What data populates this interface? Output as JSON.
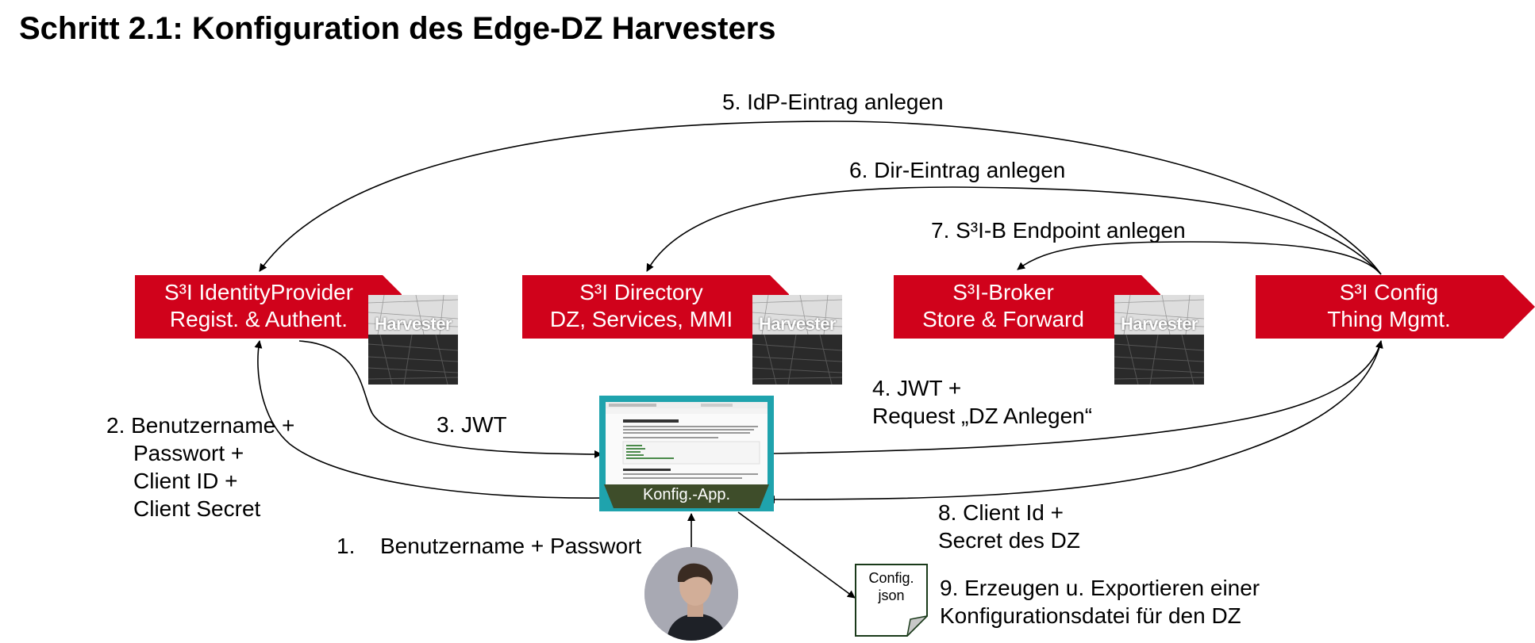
{
  "title": "Schritt 2.1: Konfiguration des Edge-DZ Harvesters",
  "components": {
    "idp": {
      "line1": "S³I IdentityProvider",
      "line2": "Regist. & Authent."
    },
    "directory": {
      "line1": "S³I Directory",
      "line2": "DZ, Services, MMI"
    },
    "broker": {
      "line1": "S³I-Broker",
      "line2": "Store & Forward"
    },
    "config": {
      "line1": "S³I Config",
      "line2": "Thing Mgmt."
    }
  },
  "harvester_label": "Harvester",
  "app": {
    "label": "Konfig.-App."
  },
  "steps": {
    "s1_num": "1.",
    "s1_text": "Benutzername + Passwort",
    "s2_line1": "2. Benutzername +",
    "s2_line2": "Passwort +",
    "s2_line3": "Client ID +",
    "s2_line4": "Client Secret",
    "s3": "3. JWT",
    "s4_line1": "4. JWT +",
    "s4_line2": "Request „DZ Anlegen“",
    "s5": "5. IdP-Eintrag anlegen",
    "s6": "6. Dir-Eintrag anlegen",
    "s7": "7. S³I-B Endpoint anlegen",
    "s8_line1": "8. Client Id +",
    "s8_line2": "Secret des DZ",
    "s9_line1": "9. Erzeugen u. Exportieren einer",
    "s9_line2": "Konfigurationsdatei für den DZ"
  },
  "config_file": {
    "line1": "Config.",
    "line2": "json"
  },
  "colors": {
    "red": "#d0021b",
    "teal": "#1fa3ad",
    "app_bar": "#3e4d2a"
  },
  "icons": [
    "harvester-image",
    "user-avatar",
    "document-icon",
    "app-screenshot"
  ]
}
